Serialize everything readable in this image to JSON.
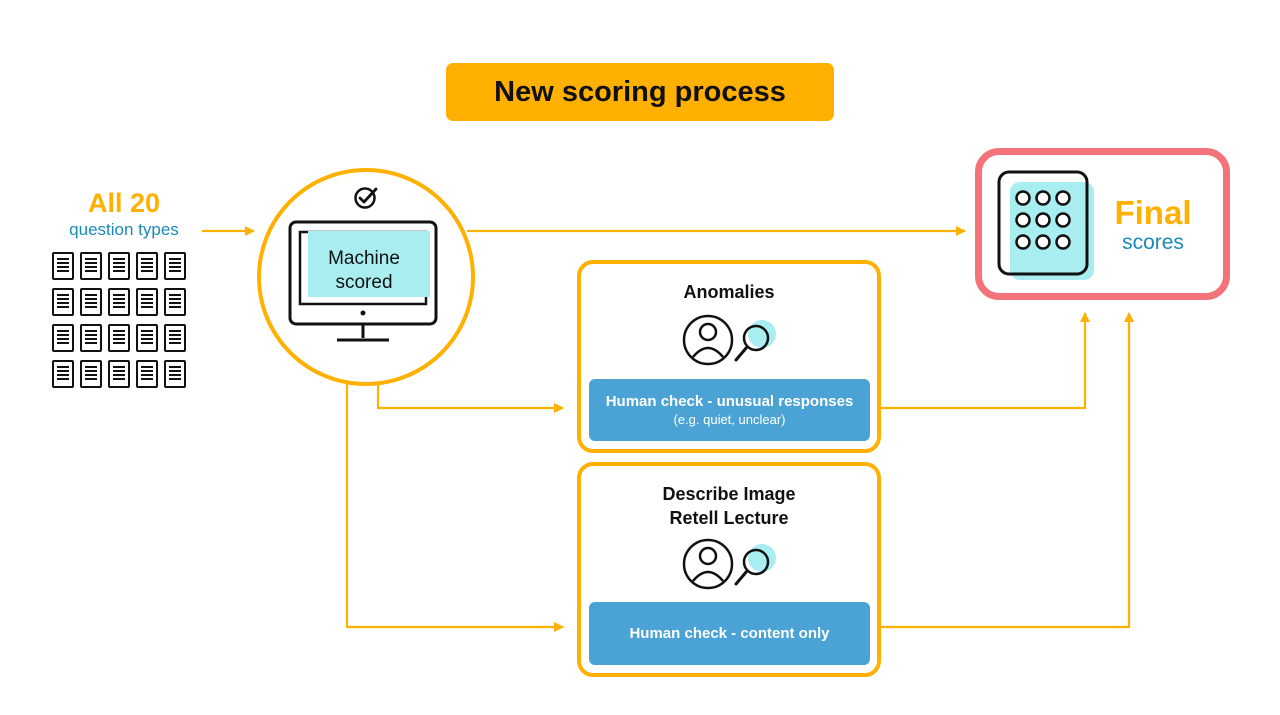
{
  "title": "New scoring process",
  "source": {
    "count_label": "All 20",
    "sub_label": "question types",
    "doc_icon_count": 20
  },
  "machine": {
    "label_line1": "Machine",
    "label_line2": "scored"
  },
  "anomalies": {
    "title": "Anomalies",
    "check_label": "Human check - unusual responses",
    "check_sub": "(e.g. quiet, unclear)"
  },
  "content": {
    "title_line1": "Describe Image",
    "title_line2": "Retell Lecture",
    "check_label": "Human check - content only"
  },
  "final": {
    "label_big": "Final",
    "label_small": "scores"
  },
  "icons": {
    "machine": "computer-monitor-icon",
    "check": "checkmark-badge-icon",
    "reviewer": "person-magnifier-icon",
    "keypad": "keypad-icon",
    "document": "document-icon"
  },
  "colors": {
    "accent": "#ffb000",
    "blue": "#4aa3d4",
    "teal": "#1a8ab8",
    "highlight": "#a8eef0",
    "final_border": "#f2737a"
  }
}
